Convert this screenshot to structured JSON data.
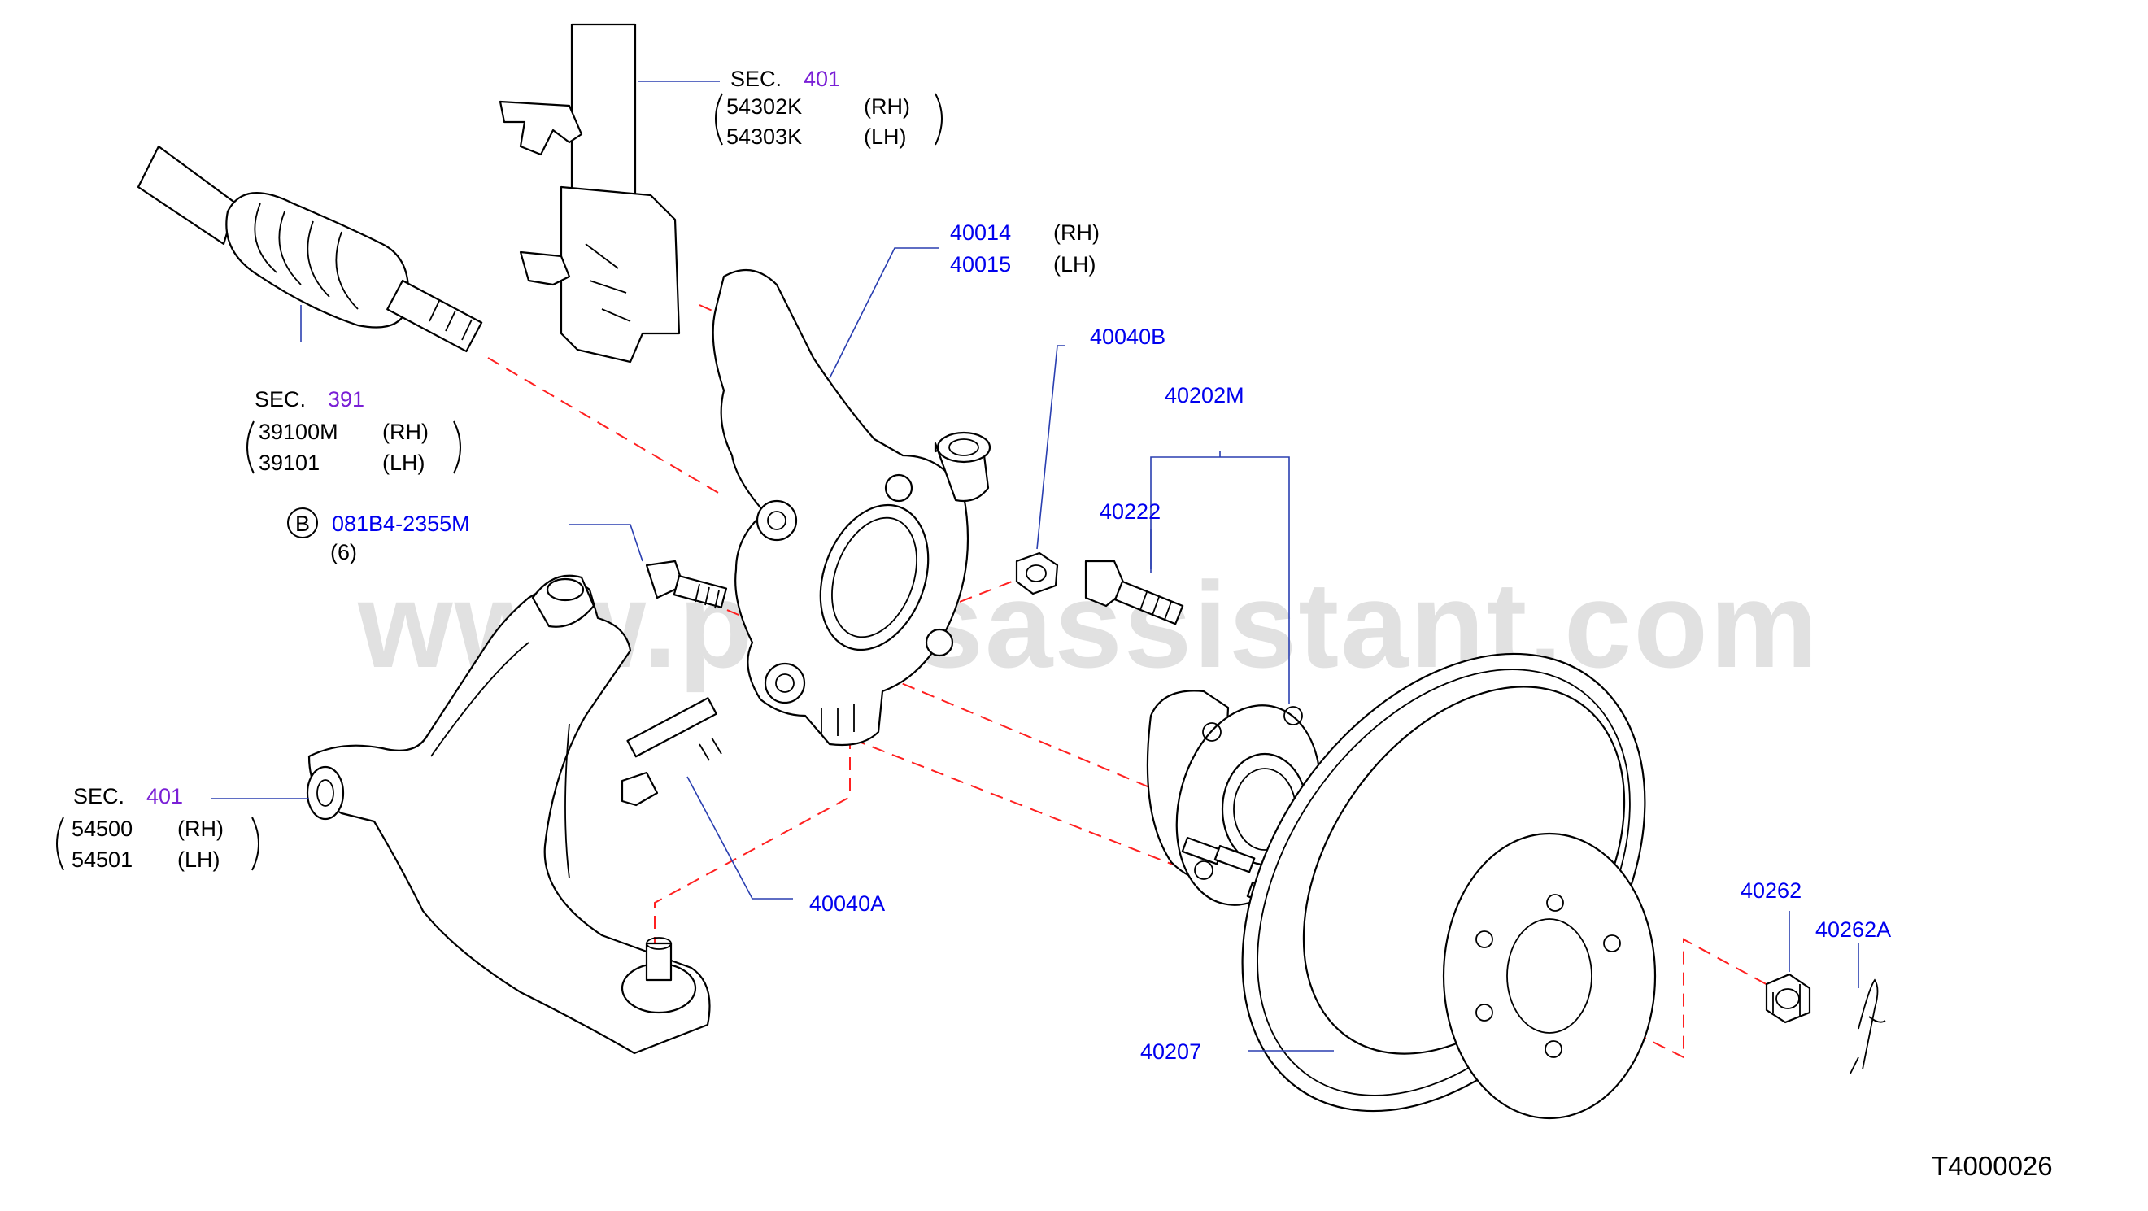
{
  "watermark": "www.partsassistant.com",
  "diagram_id": "T4000026",
  "strut": {
    "sec_prefix": "SEC.",
    "sec_num": "401",
    "rh_num": "54302K",
    "rh_side": "(RH)",
    "lh_num": "54303K",
    "lh_side": "(LH)"
  },
  "driveshaft": {
    "sec_prefix": "SEC.",
    "sec_num": "391",
    "rh_num": "39100M",
    "rh_side": "(RH)",
    "lh_num": "39101",
    "lh_side": "(LH)"
  },
  "knuckle": {
    "rh_num": "40014",
    "rh_side": "(RH)",
    "lh_num": "40015",
    "lh_side": "(LH)"
  },
  "nut_b": {
    "num": "40040B"
  },
  "hub_assy": {
    "num": "40202M"
  },
  "hub_bolt": {
    "num": "40222"
  },
  "bolt_b": {
    "badge": "B",
    "num": "081B4-2355M",
    "qty": "(6)"
  },
  "lower_arm": {
    "sec_prefix": "SEC.",
    "sec_num": "401",
    "rh_num": "54500",
    "rh_side": "(RH)",
    "lh_num": "54501",
    "lh_side": "(LH)"
  },
  "bolt_a": {
    "num": "40040A"
  },
  "rotor": {
    "num": "40207"
  },
  "hub_nut": {
    "num": "40262"
  },
  "cotter_pin": {
    "num": "40262A"
  }
}
